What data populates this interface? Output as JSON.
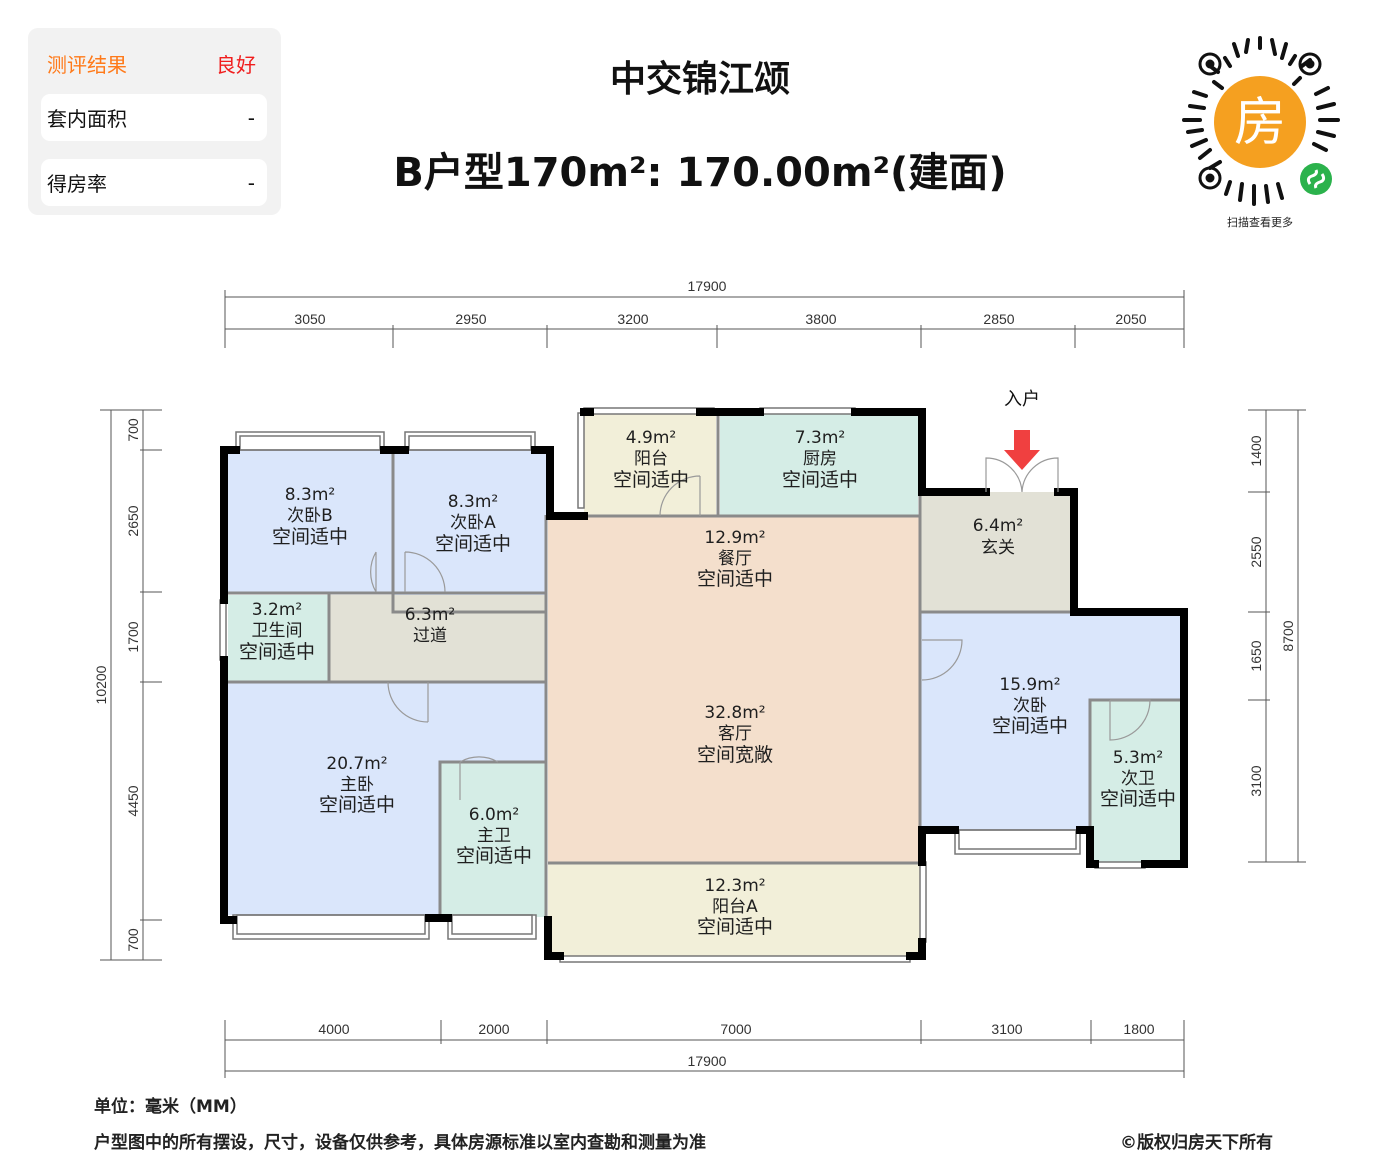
{
  "evaluation": {
    "label": "测评结果",
    "result": "良好",
    "rows": [
      {
        "label": "套内面积",
        "value": "-"
      },
      {
        "label": "得房率",
        "value": "-"
      }
    ]
  },
  "header": {
    "project_name": "中交锦江颂",
    "unit_title": "B户型170m²: 170.00m²(建面)"
  },
  "qr": {
    "center_glyph": "房",
    "caption": "扫描查看更多",
    "icon": "mini-program-icon"
  },
  "entrance_label": "入户",
  "dimensions": {
    "top_total": "17900",
    "top_segments": [
      "3050",
      "2950",
      "3200",
      "3800",
      "2850",
      "2050"
    ],
    "bottom_segments": [
      "4000",
      "2000",
      "7000",
      "3100",
      "1800"
    ],
    "bottom_total": "17900",
    "left_total": "10200",
    "left_segments": [
      "700",
      "2650",
      "1700",
      "4450",
      "700"
    ],
    "right_segments": [
      "1400",
      "2550",
      "1650",
      "3100"
    ],
    "right_total": "8700"
  },
  "rooms": [
    {
      "id": "bedroom-b",
      "area": "8.3m²",
      "name": "次卧B",
      "rating": "空间适中"
    },
    {
      "id": "bedroom-a",
      "area": "8.3m²",
      "name": "次卧A",
      "rating": "空间适中"
    },
    {
      "id": "balcony",
      "area": "4.9m²",
      "name": "阳台",
      "rating": "空间适中"
    },
    {
      "id": "kitchen",
      "area": "7.3m²",
      "name": "厨房",
      "rating": "空间适中"
    },
    {
      "id": "dining",
      "area": "12.9m²",
      "name": "餐厅",
      "rating": "空间适中"
    },
    {
      "id": "foyer",
      "area": "6.4m²",
      "name": "玄关",
      "rating": ""
    },
    {
      "id": "toilet",
      "area": "3.2m²",
      "name": "卫生间",
      "rating": "空间适中"
    },
    {
      "id": "corridor",
      "area": "6.3m²",
      "name": "过道",
      "rating": ""
    },
    {
      "id": "living",
      "area": "32.8m²",
      "name": "客厅",
      "rating": "空间宽敞"
    },
    {
      "id": "second-bedroom",
      "area": "15.9m²",
      "name": "次卧",
      "rating": "空间适中"
    },
    {
      "id": "second-bath",
      "area": "5.3m²",
      "name": "次卫",
      "rating": "空间适中"
    },
    {
      "id": "master-bedroom",
      "area": "20.7m²",
      "name": "主卧",
      "rating": "空间适中"
    },
    {
      "id": "master-bath",
      "area": "6.0m²",
      "name": "主卫",
      "rating": "空间适中"
    },
    {
      "id": "balcony-a",
      "area": "12.3m²",
      "name": "阳台A",
      "rating": "空间适中"
    }
  ],
  "colors": {
    "bedroom": "#dae6fb",
    "bath": "#d5ede6",
    "balcony": "#f2efd9",
    "living": "#f4dfcc",
    "hall": "#e2e1d6",
    "wall": "#000000",
    "accent_orange": "#ff7a1a",
    "accent_red": "#f01e1e",
    "arrow": "#f04040",
    "qr_orange": "#f5a020",
    "qr_green": "#2bb24c"
  },
  "footer": {
    "unit_note": "单位：毫米（MM）",
    "disclaimer": "户型图中的所有摆设，尺寸，设备仅供参考，具体房源标准以室内查勘和测量为准",
    "copyright": "©版权归房天下所有"
  }
}
